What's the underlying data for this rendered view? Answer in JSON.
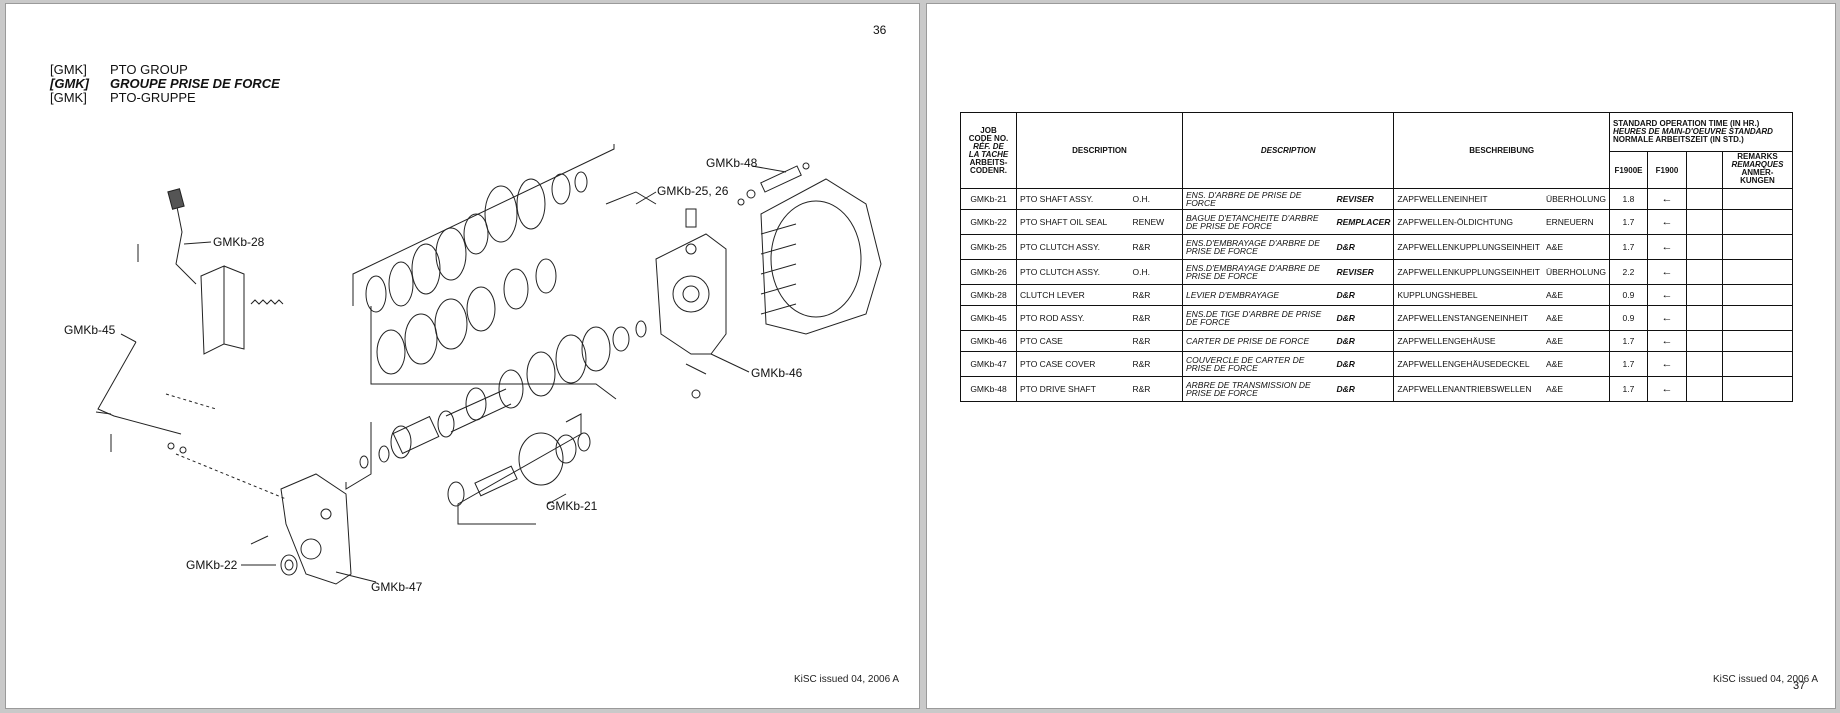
{
  "left_page": {
    "page_number": "36",
    "titles": [
      {
        "code": "[GMK]",
        "text": "PTO GROUP"
      },
      {
        "code": "[GMK]",
        "text": "GROUPE PRISE DE FORCE"
      },
      {
        "code": "[GMK]",
        "text": "PTO-GRUPPE"
      }
    ],
    "callouts": {
      "c48": "GMKb-48",
      "c2526": "GMKb-25, 26",
      "c28": "GMKb-28",
      "c45": "GMKb-45",
      "c46": "GMKb-46",
      "c21": "GMKb-21",
      "c22": "GMKb-22",
      "c47": "GMKb-47"
    },
    "footer": "KiSC issued 04, 2006 A"
  },
  "right_page": {
    "page_number": "37",
    "footer": "KiSC issued 04, 2006 A",
    "table": {
      "headers": {
        "job_code": [
          "JOB",
          "CODE NO.",
          "RÉF. DE",
          "LA TACHE",
          "ARBEITS-",
          "CODENR."
        ],
        "desc_en": "DESCRIPTION",
        "desc_fr": "DESCRIPTION",
        "desc_de": "BESCHREIBUNG",
        "std_time": [
          "STANDARD OPERATION TIME (IN HR.)",
          "HEURES DE MAIN-D'OEUVRE STANDARD",
          "NORMALE ARBEITSZEIT (IN STD.)"
        ],
        "model1": "F1900E",
        "model2": "F1900",
        "remarks": [
          "REMARKS",
          "REMARQUES",
          "ANMER-",
          "KUNGEN"
        ]
      },
      "rows": [
        {
          "code": "GMKb-21",
          "en": "PTO SHAFT ASSY.",
          "en_op": "O.H.",
          "fr": "ENS. D'ARBRE DE PRISE DE FORCE",
          "fr_op": "REVISER",
          "de": "ZAPFWELLENEINHEIT",
          "de_op": "ÜBERHOLUNG",
          "t1": "1.8",
          "t2": "←"
        },
        {
          "code": "GMKb-22",
          "en": "PTO SHAFT OIL SEAL",
          "en_op": "RENEW",
          "fr": "BAGUE D'ETANCHEITE D'ARBRE DE PRISE DE FORCE",
          "fr_op": "REMPLACER",
          "de": "ZAPFWELLEN-ÖLDICHTUNG",
          "de_op": "ERNEUERN",
          "t1": "1.7",
          "t2": "←"
        },
        {
          "code": "GMKb-25",
          "en": "PTO CLUTCH ASSY.",
          "en_op": "R&R",
          "fr": "ENS.D'EMBRAYAGE D'ARBRE DE PRISE DE FORCE",
          "fr_op": "D&R",
          "de": "ZAPFWELLENKUPPLUNGSEINHEIT",
          "de_op": "A&E",
          "t1": "1.7",
          "t2": "←"
        },
        {
          "code": "GMKb-26",
          "en": "PTO CLUTCH ASSY.",
          "en_op": "O.H.",
          "fr": "ENS.D'EMBRAYAGE D'ARBRE DE PRISE DE FORCE",
          "fr_op": "REVISER",
          "de": "ZAPFWELLENKUPPLUNGSEINHEIT",
          "de_op": "ÜBERHOLUNG",
          "t1": "2.2",
          "t2": "←"
        },
        {
          "code": "GMKb-28",
          "en": "CLUTCH LEVER",
          "en_op": "R&R",
          "fr": "LEVIER D'EMBRAYAGE",
          "fr_op": "D&R",
          "de": "KUPPLUNGSHEBEL",
          "de_op": "A&E",
          "t1": "0.9",
          "t2": "←"
        },
        {
          "code": "GMKb-45",
          "en": "PTO ROD ASSY.",
          "en_op": "R&R",
          "fr": "ENS.DE TIGE D'ARBRE DE PRISE DE FORCE",
          "fr_op": "D&R",
          "de": "ZAPFWELLENSTANGENEINHEIT",
          "de_op": "A&E",
          "t1": "0.9",
          "t2": "←"
        },
        {
          "code": "GMKb-46",
          "en": "PTO CASE",
          "en_op": "R&R",
          "fr": "CARTER DE PRISE DE FORCE",
          "fr_op": "D&R",
          "de": "ZAPFWELLENGEHÄUSE",
          "de_op": "A&E",
          "t1": "1.7",
          "t2": "←"
        },
        {
          "code": "GMKb-47",
          "en": "PTO CASE COVER",
          "en_op": "R&R",
          "fr": "COUVERCLE DE CARTER DE PRISE DE FORCE",
          "fr_op": "D&R",
          "de": "ZAPFWELLENGEHÄUSEDECKEL",
          "de_op": "A&E",
          "t1": "1.7",
          "t2": "←"
        },
        {
          "code": "GMKb-48",
          "en": "PTO DRIVE SHAFT",
          "en_op": "R&R",
          "fr": "ARBRE DE TRANSMISSION DE PRISE DE FORCE",
          "fr_op": "D&R",
          "de": "ZAPFWELLENANTRIEBSWELLEN",
          "de_op": "A&E",
          "t1": "1.7",
          "t2": "←"
        }
      ]
    }
  }
}
